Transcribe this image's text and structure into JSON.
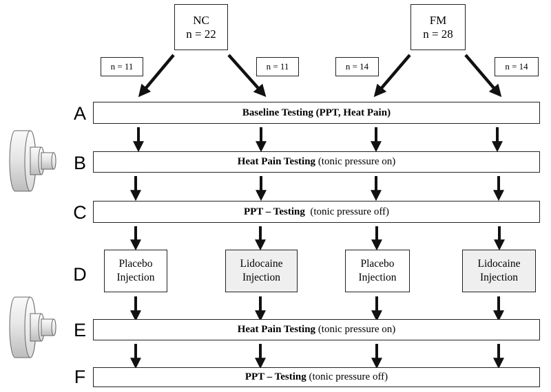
{
  "groups": [
    {
      "name": "NC",
      "n": "n = 22"
    },
    {
      "name": "FM",
      "n": "n = 28"
    }
  ],
  "subgroups": [
    "n = 11",
    "n = 11",
    "n = 14",
    "n = 14"
  ],
  "steps": {
    "A": {
      "letter": "A",
      "bold": "Baseline Testing (PPT,  Heat Pain)",
      "normal": ""
    },
    "B": {
      "letter": "B",
      "bold": "Heat  Pain Testing",
      "normal": " (tonic pressure on)"
    },
    "C": {
      "letter": "C",
      "bold": "PPT – Testing",
      "normal": "  (tonic pressure off)"
    },
    "D": {
      "letter": "D"
    },
    "E": {
      "letter": "E",
      "bold": "Heat  Pain Testing",
      "normal": " (tonic pressure on)"
    },
    "F": {
      "letter": "F",
      "bold": "PPT – Testing",
      "normal": " (tonic pressure off)"
    }
  },
  "injections": [
    {
      "line1": "Placebo",
      "line2": "Injection",
      "shaded": false
    },
    {
      "line1": "Lidocaine",
      "line2": "Injection",
      "shaded": true
    },
    {
      "line1": "Placebo",
      "line2": "Injection",
      "shaded": false
    },
    {
      "line1": "Lidocaine",
      "line2": "Injection",
      "shaded": true
    }
  ],
  "icons": [
    "pressure-device-icon",
    "pressure-device-icon"
  ],
  "colors": {
    "line": "#222222",
    "shaded_box": "#efefef",
    "arrow": "#111111"
  }
}
